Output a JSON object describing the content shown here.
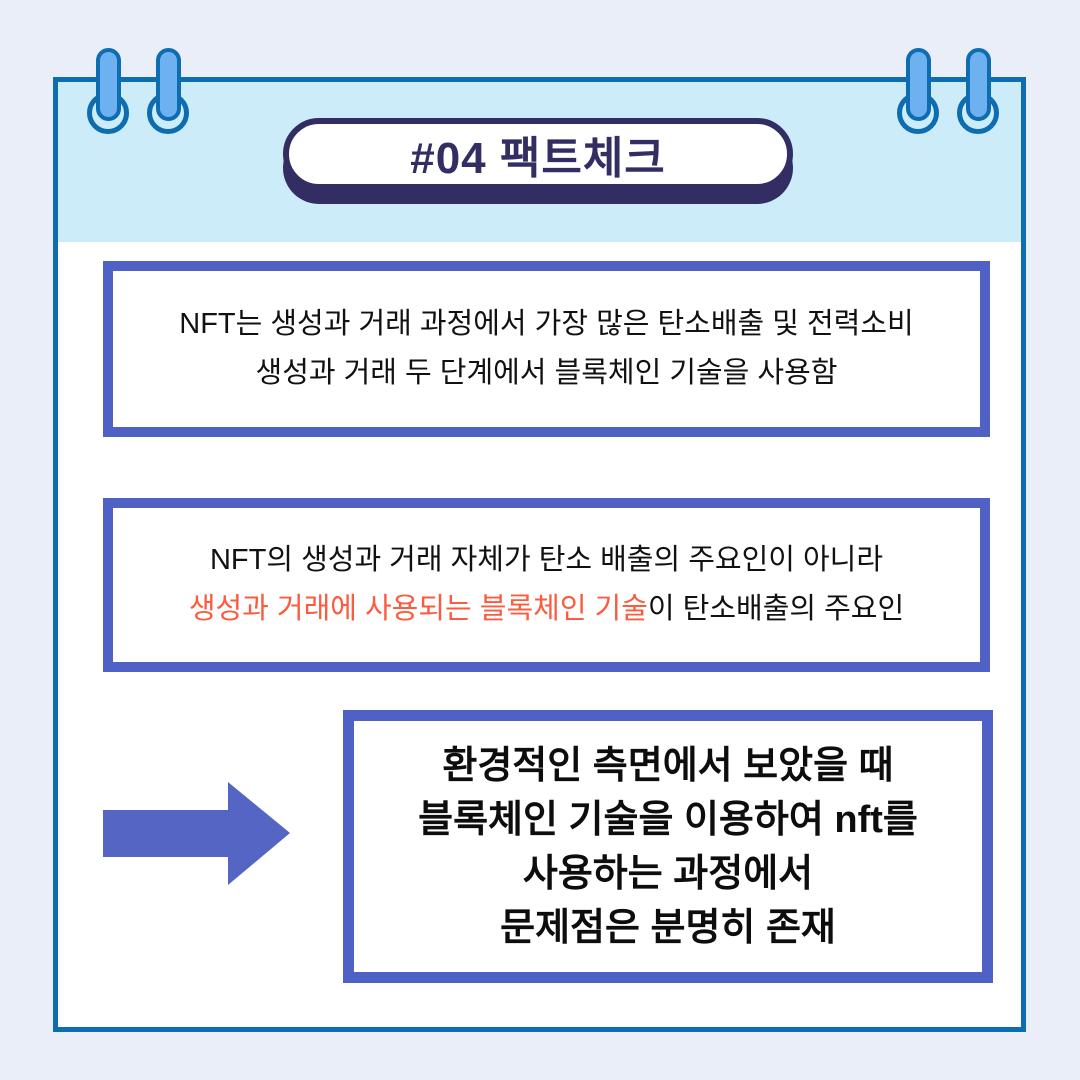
{
  "title_badge": {
    "label": "#04 팩트체크"
  },
  "box1": {
    "line1": "NFT는 생성과 거래 과정에서 가장 많은 탄소배출 및 전력소비",
    "line2": "생성과 거래 두 단계에서 블록체인 기술을 사용함"
  },
  "box2": {
    "line1": "NFT의 생성과 거래 자체가 탄소 배출의 주요인이 아니라",
    "line2_highlight": "생성과 거래에 사용되는 블록체인 기술",
    "line2_rest": "이 탄소배출의 주요인"
  },
  "box3": {
    "lines": [
      "환경적인 측면에서 보았을 때",
      "블록체인 기술을 이용하여 nft를",
      "사용하는 과정에서",
      "문제점은 분명히 존재"
    ]
  },
  "icons": {
    "binder_rings": "binder-ring-icon",
    "arrow": "arrow-right-icon"
  },
  "theme": {
    "bg": "#e9eef9",
    "header": "#cbecf8",
    "card_border": "#0e6cb0",
    "ring_fill": "#6db1f1",
    "title_navy": "#322e63",
    "box_border": "#4f61c4",
    "arrow": "#5565c4",
    "highlight": "#fb5b3e",
    "text": "#111111"
  }
}
